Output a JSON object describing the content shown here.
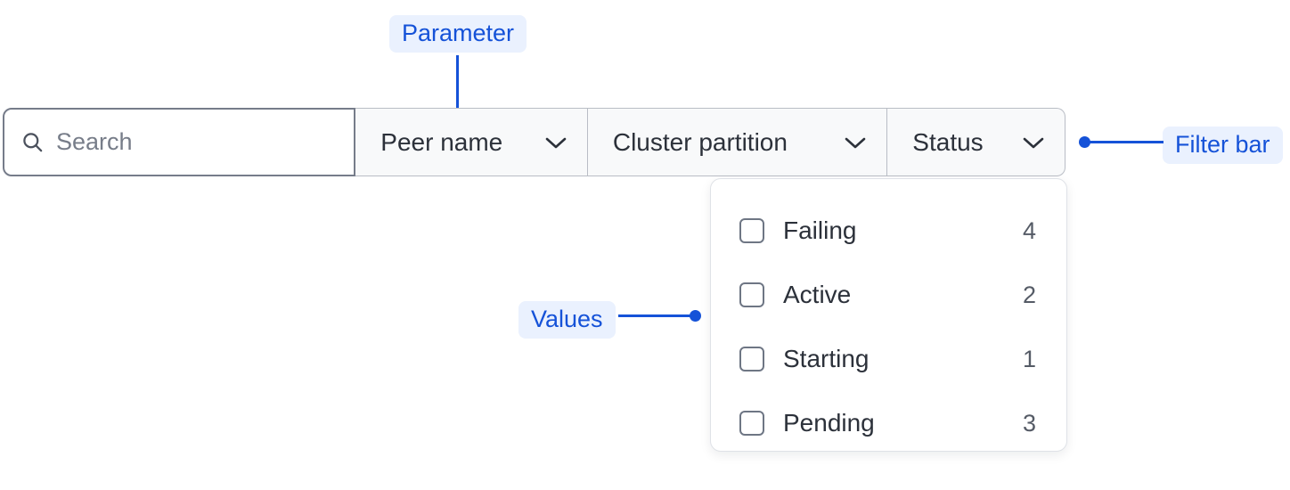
{
  "annotations": [
    {
      "id": "parameter",
      "label": "Parameter"
    },
    {
      "id": "values",
      "label": "Values"
    },
    {
      "id": "filterbar",
      "label": "Filter bar"
    }
  ],
  "filter_bar": {
    "search": {
      "icon": "search-icon",
      "placeholder": "Search",
      "value": ""
    },
    "dropdowns": [
      {
        "label": "Peer name",
        "icon": "chevron-down-icon"
      },
      {
        "label": "Cluster partition",
        "icon": "chevron-down-icon"
      },
      {
        "label": "Status",
        "icon": "chevron-down-icon"
      }
    ]
  },
  "dropdown_panel": {
    "open_for": "Status",
    "items": [
      {
        "label": "Failing",
        "count": "4",
        "checked": false
      },
      {
        "label": "Active",
        "count": "2",
        "checked": false
      },
      {
        "label": "Starting",
        "count": "1",
        "checked": false
      },
      {
        "label": "Pending",
        "count": "3",
        "checked": false
      }
    ]
  },
  "colors": {
    "accent": "#1552d8",
    "callout_bg": "#eaf1fe",
    "text": "#2c313a",
    "muted_text": "#777d89",
    "border_strong": "#767c8a",
    "border_light": "#b9bdc5",
    "panel_border": "#dfe2e7",
    "dropdown_bg": "#f8f9fa"
  }
}
